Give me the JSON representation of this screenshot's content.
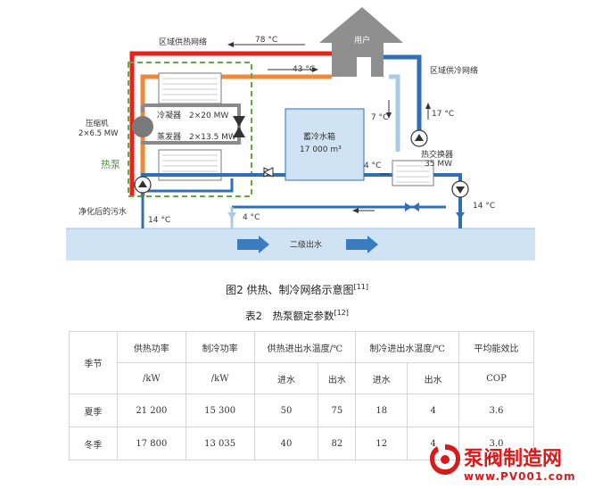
{
  "diagram": {
    "district_heating_label": "区域供热网络",
    "temp_supply_hot": "78 °C",
    "temp_return_hot": "43 °C",
    "user_label": "用户",
    "district_cooling_label": "区域供冷网络",
    "compressor_label_line1": "压缩机",
    "compressor_label_line2": "2×6.5 MW",
    "condenser_label": "冷凝器　2×20 MW",
    "evaporator_label": "蒸发器　2×13.5 MW",
    "heat_pump_label": "热泵",
    "storage_tank_label_line1": "蓄冷水箱",
    "storage_tank_label_line2": "17 000 m³",
    "temp_7": "7 °C",
    "temp_17": "17 °C",
    "temp_4_tank": "4 °C",
    "heat_exchanger_label_line1": "热交换器",
    "heat_exchanger_label_line2": "35 MW",
    "temp_14_right": "14 °C",
    "treated_sewage_label": "净化后的污水",
    "temp_14_left": "14 °C",
    "temp_4_bottom": "4 °C",
    "secondary_effluent_label": "二级出水"
  },
  "figure_caption": "图2 供热、制冷网络示意图",
  "figure_caption_ref": "[11]",
  "table_caption": "表2　热泵额定参数",
  "table_caption_ref": "[12]",
  "table": {
    "season_header": "季节",
    "heating_power_header": "供热功率",
    "heating_power_unit": "/kW",
    "cooling_power_header": "制冷功率",
    "cooling_power_unit": "/kW",
    "heating_temp_header": "供热进出水温度/℃",
    "cooling_temp_header": "制冷进出水温度/℃",
    "cop_header": "平均能效比",
    "cop_unit": "COP",
    "inlet_label": "进水",
    "outlet_label": "出水",
    "rows": [
      {
        "season": "夏季",
        "heating_power": "21 200",
        "cooling_power": "15 300",
        "heat_in": "50",
        "heat_out": "75",
        "cool_in": "18",
        "cool_out": "4",
        "cop": "3.6"
      },
      {
        "season": "冬季",
        "heating_power": "17 800",
        "cooling_power": "13 035",
        "heat_in": "40",
        "heat_out": "82",
        "cool_in": "12",
        "cool_out": "4",
        "cop": "3.0"
      }
    ]
  },
  "watermark": {
    "title": "泵阀制造网",
    "url": "www.PV001.com"
  },
  "colors": {
    "hot_pipe": "#e8221b",
    "warm_pipe": "#f08a3a",
    "cold_pipe": "#2f6fb3",
    "light_cold_pipe": "#a8cbe8",
    "heat_pump_frame": "#8a8a8a",
    "heat_pump_border": "#5fae3c",
    "house": "#8f8f8f",
    "water_band": "#cfe3f4",
    "watermark": "#d71a1a"
  }
}
